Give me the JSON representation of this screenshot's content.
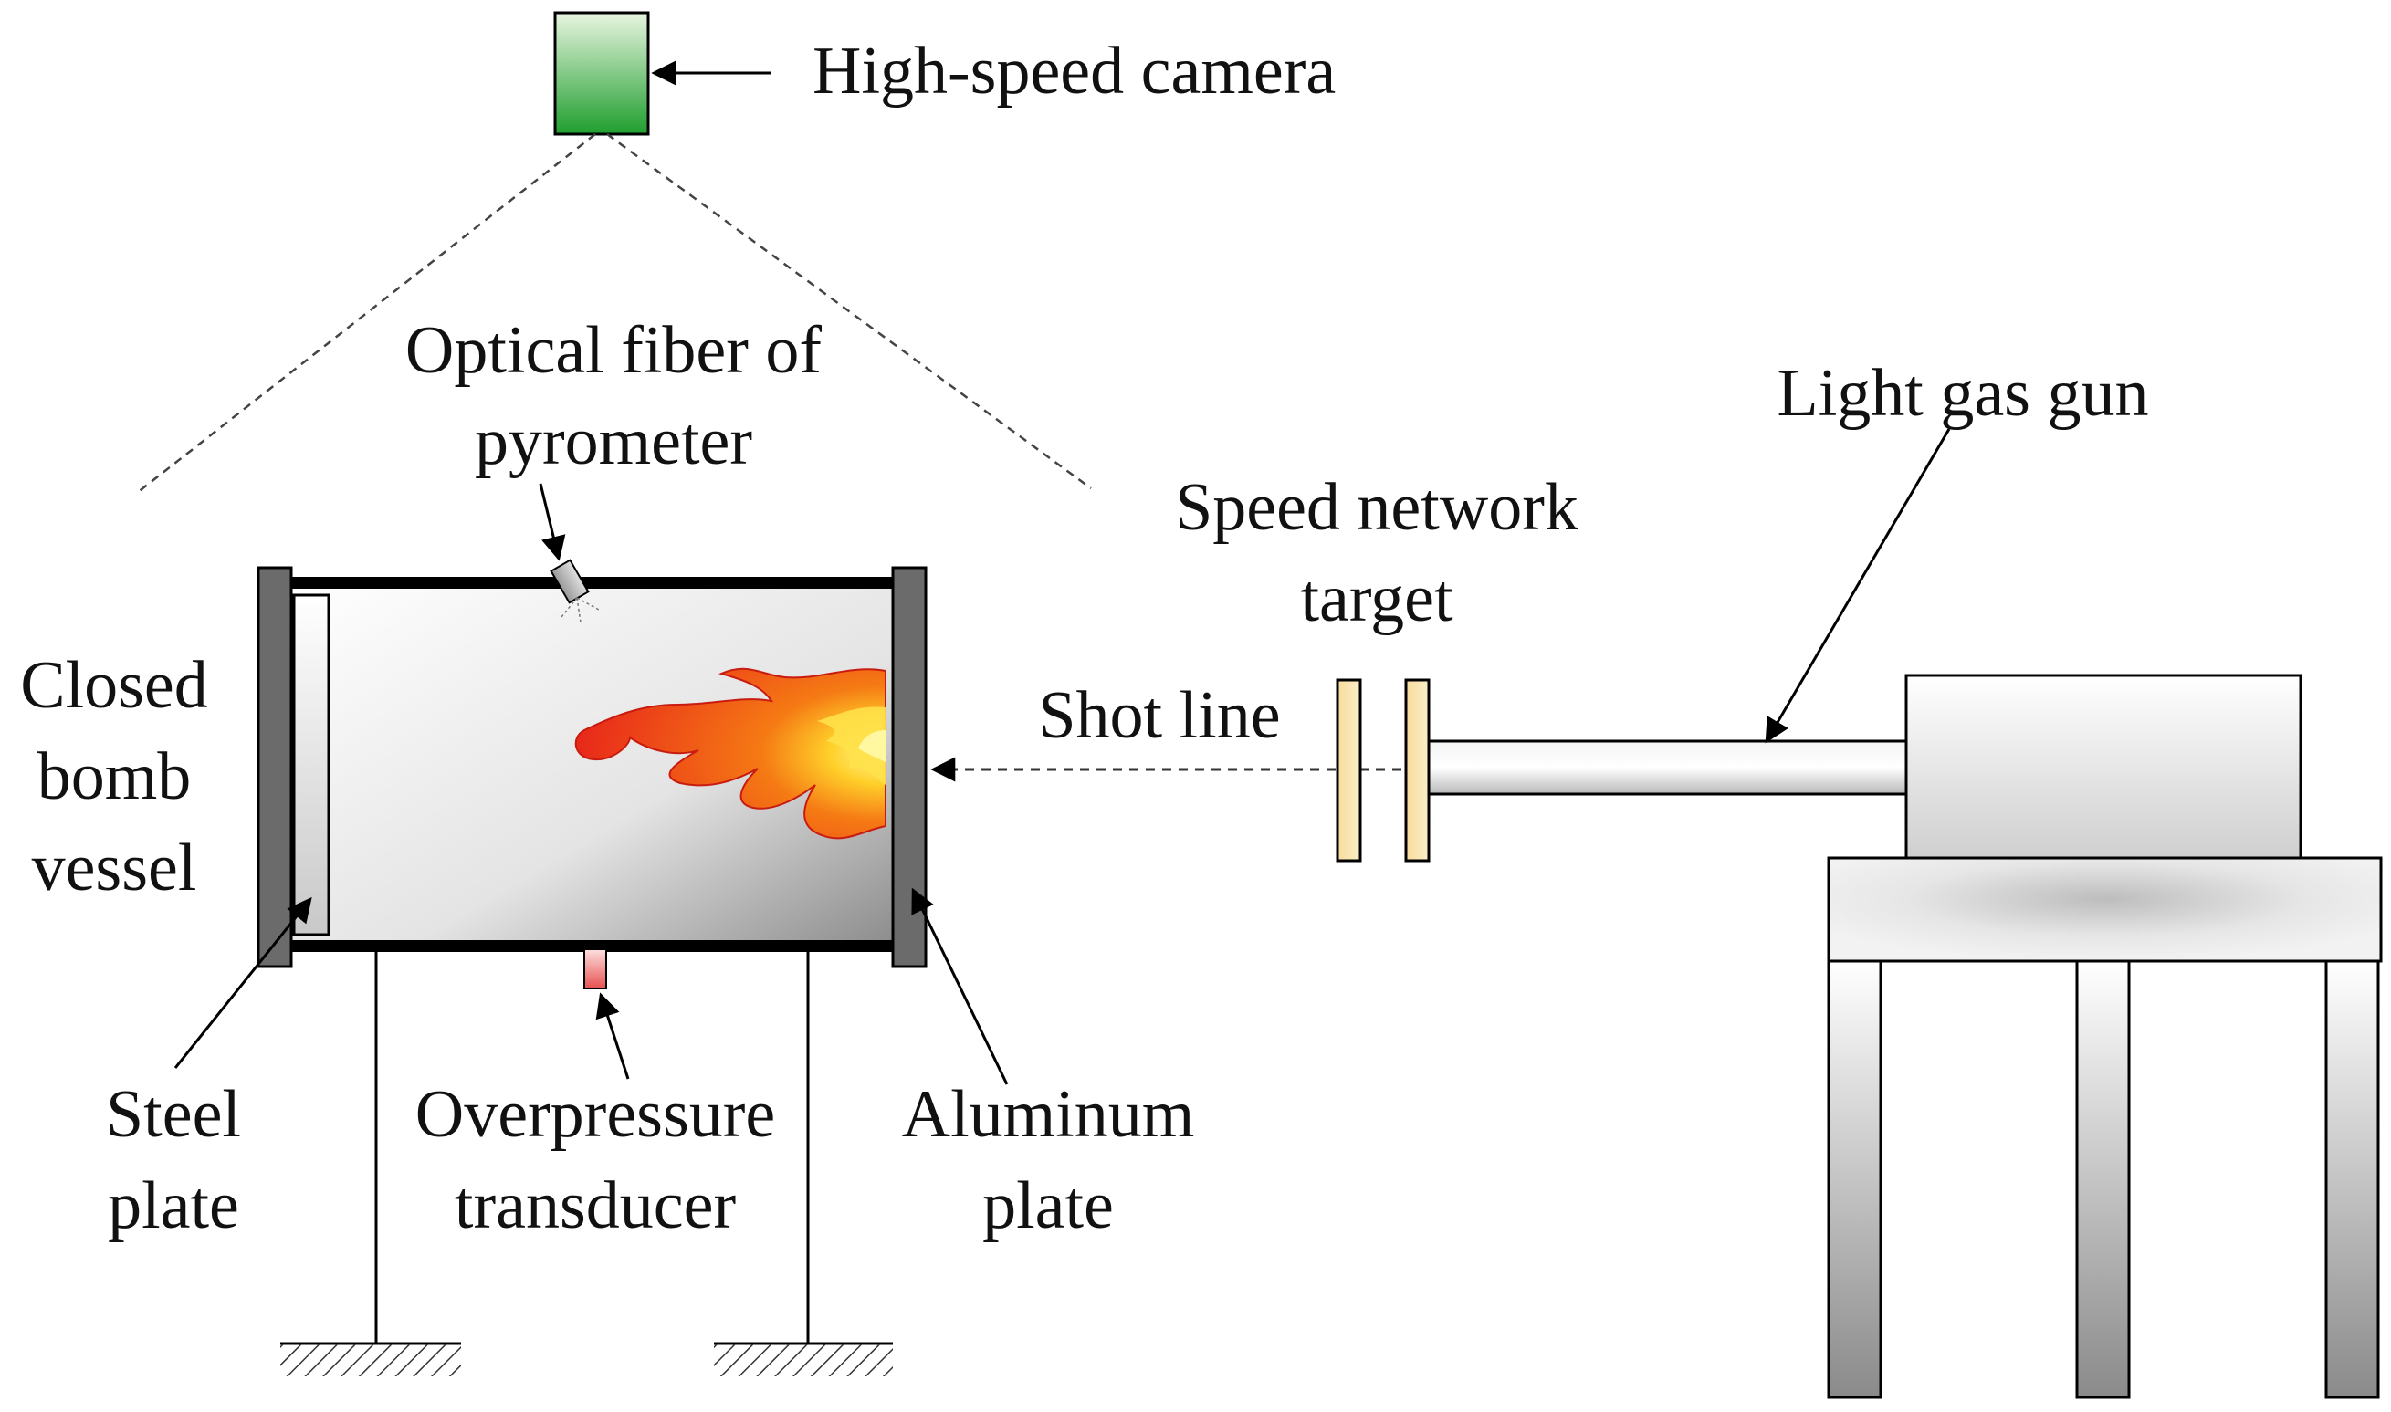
{
  "labels": {
    "camera": "High-speed camera",
    "fiber_line1": "Optical fiber of",
    "fiber_line2": "pyrometer",
    "speed_line1": "Speed network",
    "speed_line2": "target",
    "gun": "Light gas gun",
    "vessel_line1": "Closed",
    "vessel_line2": "bomb",
    "vessel_line3": "vessel",
    "shot_line": "Shot line",
    "steel_line1": "Steel",
    "steel_line2": "plate",
    "transducer_line1": "Overpressure",
    "transducer_line2": "transducer",
    "aluminum_line1": "Aluminum",
    "aluminum_line2": "plate"
  },
  "colors": {
    "camera_top": "#e8f5e0",
    "camera_bottom": "#1f9e2e",
    "flame_outer": "#e8281a",
    "flame_mid": "#f57a14",
    "flame_core": "#fff8a0",
    "target_fill": "#f7dc9c",
    "transducer_fill": "#e85050",
    "frame": "#000000",
    "plate_dark": "#6b6b6b"
  },
  "icons": {
    "camera": "camera-icon",
    "fiber": "optical-fiber-icon",
    "flame": "flame-icon",
    "transducer": "pressure-sensor-icon",
    "ground": "ground-hatch-icon"
  }
}
